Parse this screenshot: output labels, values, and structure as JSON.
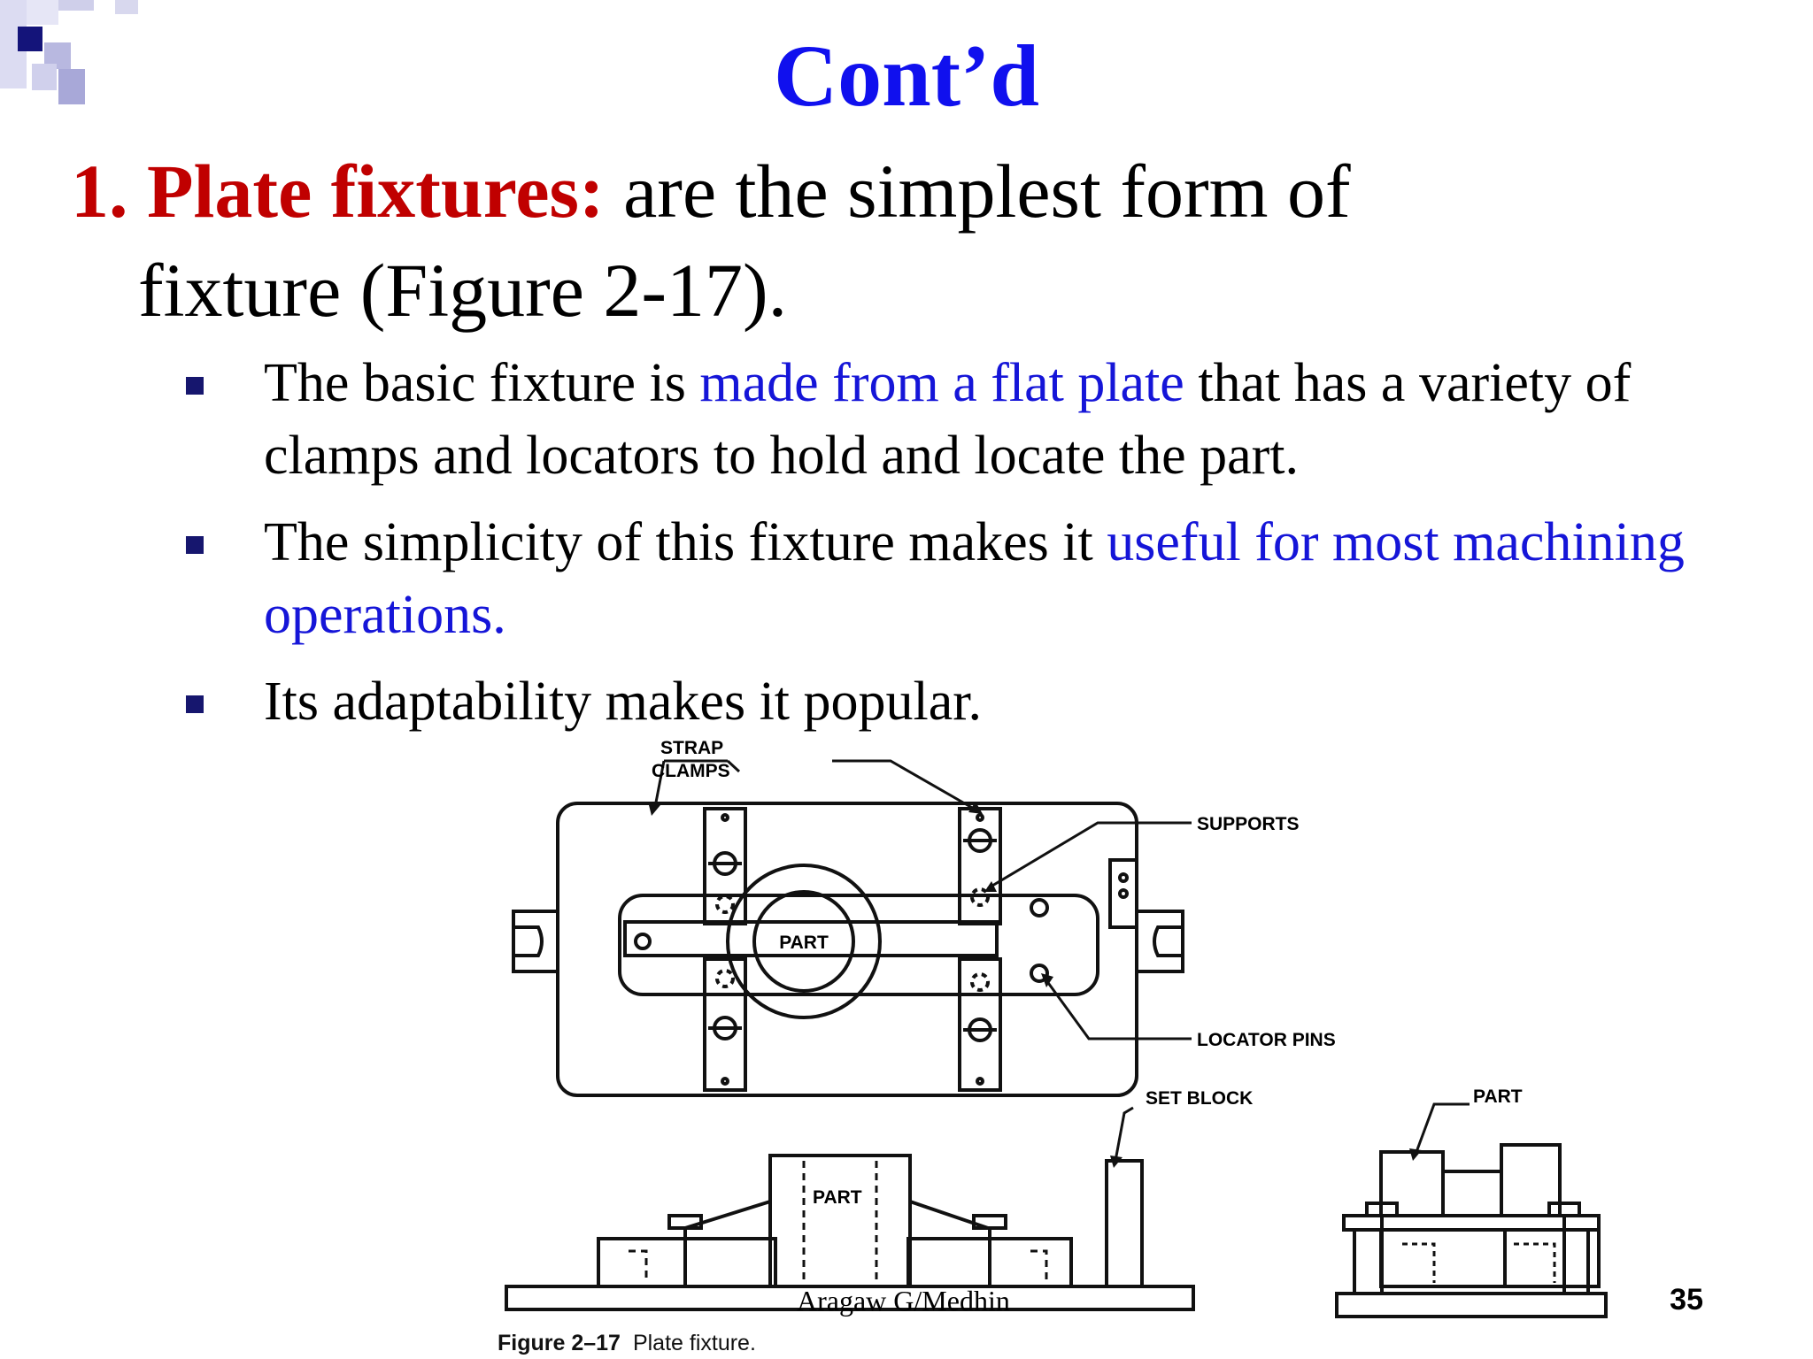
{
  "slide": {
    "title": "Cont’d",
    "heading": {
      "number": "1.",
      "term": "Plate fixtures:",
      "line1_rest": "are the simplest form of",
      "line2": "fixture (Figure 2-17)."
    },
    "bullets": [
      {
        "before": "The basic fixture is ",
        "highlight": "made from a flat plate",
        "after": " that has a variety of clamps and locators to hold and locate the part."
      },
      {
        "before": "The simplicity of this fixture makes it ",
        "highlight": "useful for most machining operations.",
        "after": ""
      },
      {
        "before": "Its adaptability makes it popular.",
        "highlight": "",
        "after": ""
      }
    ],
    "footer_author": "Aragaw G/Medhin",
    "page_number": "35"
  },
  "figure": {
    "labels": {
      "strap": "STRAP",
      "clamps": "CLAMPS",
      "supports": "SUPPORTS",
      "part_top": "PART",
      "locator_pins": "LOCATOR PINS",
      "set_block": "SET BLOCK",
      "part_side": "PART",
      "part_front": "PART"
    },
    "caption_label": "Figure 2–17",
    "caption_text": "Plate fixture."
  },
  "colors": {
    "title": "#1010ee",
    "term": "#c00000",
    "highlight": "#1515d8",
    "bullet": "#16166e"
  }
}
